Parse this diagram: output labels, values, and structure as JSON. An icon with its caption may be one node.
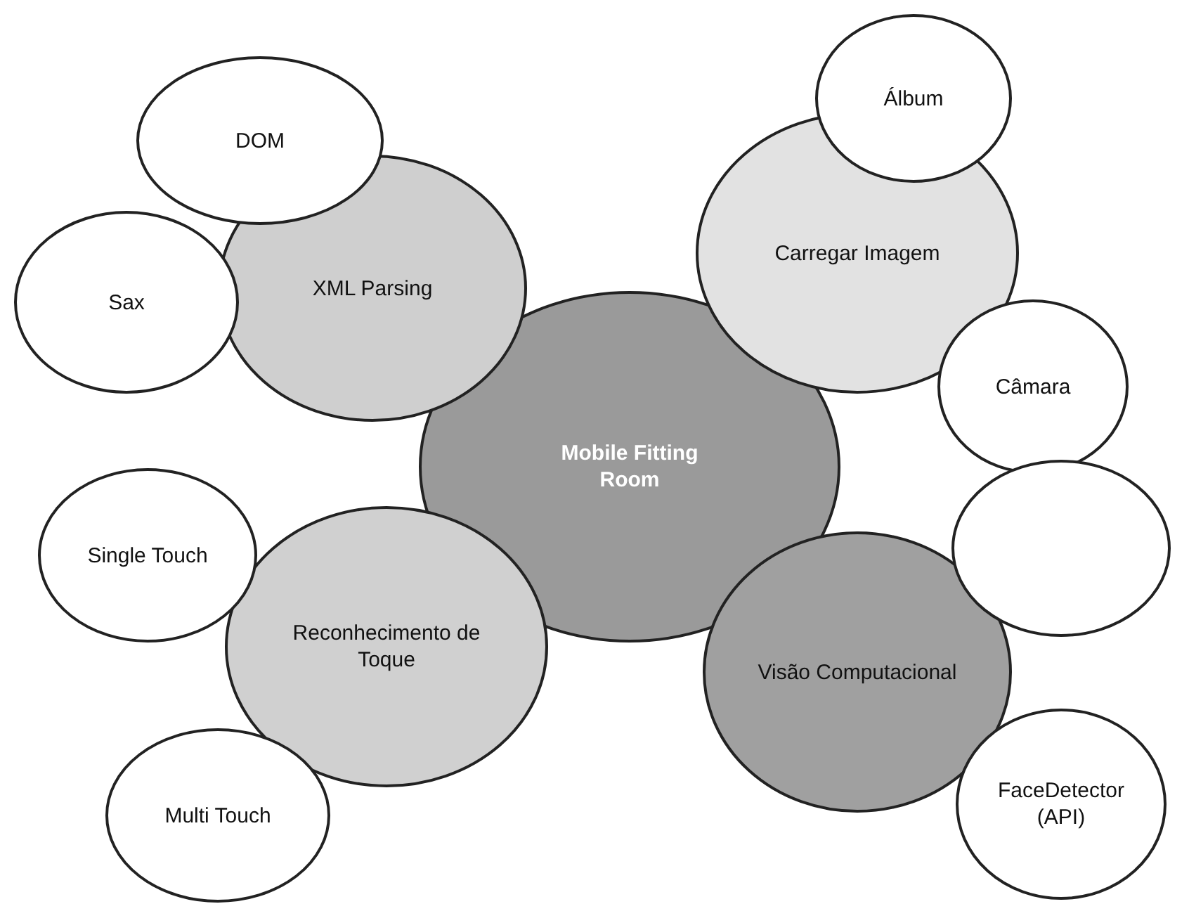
{
  "diagram": {
    "nodes": [
      {
        "text": [
          "Mobile Fitting Room"
        ]
      },
      {
        "text": [
          "XML Parsing"
        ]
      },
      {
        "text": [
          "DOM"
        ]
      },
      {
        "text": [
          "Sax"
        ]
      },
      {
        "text": [
          "Carregar Imagem"
        ]
      },
      {
        "text": [
          "Álbum"
        ]
      },
      {
        "text": [
          "Câmara"
        ]
      },
      {
        "text": [
          "Reconhecimento de Toque"
        ]
      },
      {
        "text": [
          "Single Touch"
        ]
      },
      {
        "text": [
          "Multi Touch"
        ]
      },
      {
        "text": [
          "Visão Computacional"
        ]
      },
      {
        "text": [],
        "shape": "circle"
      },
      {
        "text": [
          "FaceDetector (API)"
        ]
      }
    ],
    "edges": []
  }
}
